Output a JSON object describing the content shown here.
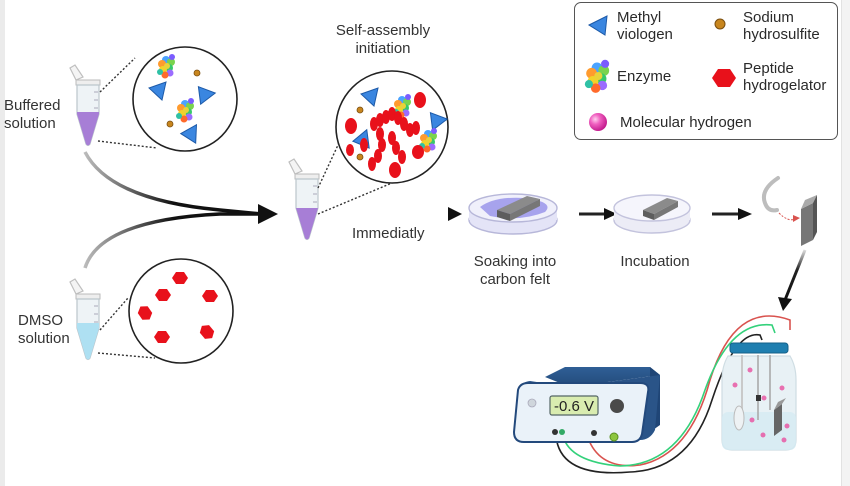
{
  "diagram": {
    "title": "Enzyme-peptide hydrogel electrode preparation workflow",
    "tubes": {
      "buffered": {
        "label_line1": "Buffered",
        "label_line2": "solution",
        "liquid_color": "#a77ed6"
      },
      "dmso": {
        "label_line1": "DMSO",
        "label_line2": "solution",
        "liquid_color": "#aee0f2"
      },
      "mixed": {
        "liquid_color": "#a77ed6"
      }
    },
    "steps": {
      "self_assembly": {
        "line1": "Self-assembly",
        "line2": "initiation"
      },
      "arrow_label": "Immediatly",
      "soaking": {
        "line1": "Soaking into",
        "line2": "carbon felt"
      },
      "incubation": {
        "label": "Incubation"
      }
    },
    "potentiostat": {
      "display": "-0.6 V"
    },
    "wires": {
      "colors": [
        "#d9534f",
        "#34d17b",
        "#222222"
      ]
    },
    "legend": {
      "items": [
        {
          "icon": "triangle-icon",
          "line1": "Methyl",
          "line2": "viologen",
          "color": "#3a86e0"
        },
        {
          "icon": "dot-icon",
          "line1": "Sodium",
          "line2": "hydrosulfite",
          "color": "#c8861e"
        },
        {
          "icon": "enzyme-icon",
          "line1": "Enzyme",
          "line2": ""
        },
        {
          "icon": "hexagon-icon",
          "line1": "Peptide",
          "line2": "hydrogelator",
          "color": "#e8111b"
        },
        {
          "icon": "sphere-icon",
          "line1": "Molecular hydrogen",
          "line2": "",
          "color": "#ec3fa8"
        }
      ]
    }
  }
}
